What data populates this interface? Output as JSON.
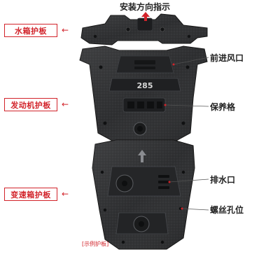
{
  "top_label": "安装方向指示",
  "left_labels": {
    "water_tank": "水箱护板",
    "engine": "发动机护板",
    "transmission": "变速箱护板"
  },
  "right_labels": {
    "front_vent": "前进风口",
    "grid": "保养格",
    "drain": "排水口",
    "screw_hole": "螺丝孔位"
  },
  "note": "[示例护板]",
  "plate_logo": "285",
  "colors": {
    "accent": "#d2232a",
    "plate": "#2b2c2e",
    "plate_dark": "#1a1b1c",
    "plate_light": "#4a4c50"
  }
}
